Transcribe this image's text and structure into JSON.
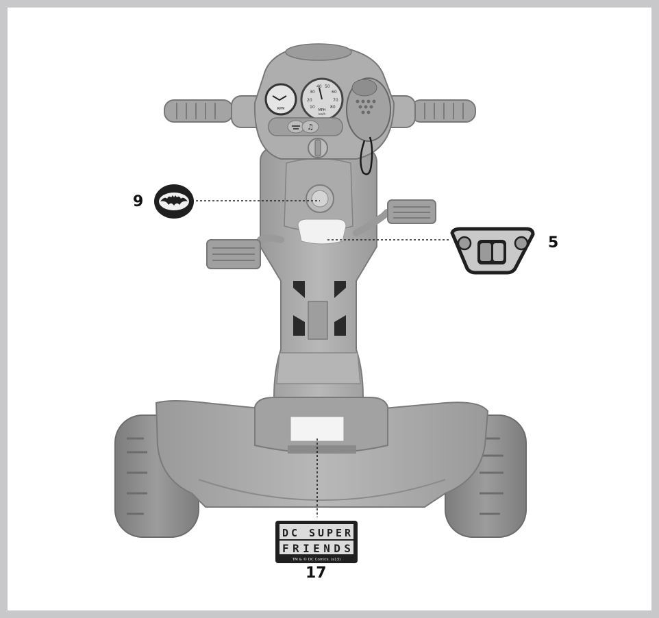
{
  "callouts": [
    {
      "number": "9",
      "part": "batman-logo-decal"
    },
    {
      "number": "5",
      "part": "switch-panel-decal"
    },
    {
      "number": "17",
      "part": "dc-super-friends-decal"
    }
  ],
  "decal_17": {
    "line1": "DC SUPER",
    "line2": "FRIENDS",
    "fine_print": "TM & © DC Comics.   (s13)"
  },
  "speedometer": {
    "ticks": [
      "10",
      "20",
      "30",
      "40",
      "50",
      "60",
      "70",
      "80"
    ],
    "unit1": "MPH",
    "unit2": "km/h"
  },
  "tachometer": {
    "unit": "RPM"
  },
  "colors": {
    "frame": "#c8c8ca",
    "body": "#a9a9a9",
    "body_dark": "#8f8f8f",
    "body_light": "#c4c4c4",
    "tire": "#8a8a8a",
    "leader": "#222222",
    "decal_dark": "#1f1f1f"
  }
}
